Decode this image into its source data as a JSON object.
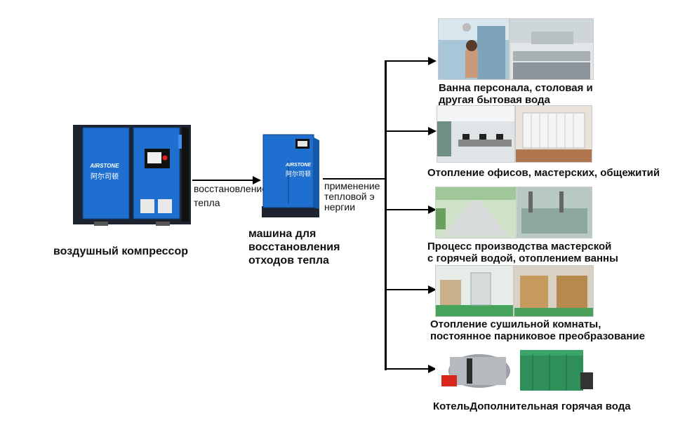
{
  "compressor": {
    "label": "воздушный компрессор",
    "brand": "AIRSTONE",
    "brand_cn": "阿尔司顿"
  },
  "recovery_machine": {
    "label_lines": [
      "машина для",
      "восстановления",
      "отходов тепла"
    ],
    "brand": "AIRSTONE",
    "brand_cn": "阿尔司顿"
  },
  "arrow1_label_lines": [
    "восстановление",
    "тепла"
  ],
  "arrow2_label_lines": [
    "применение",
    "тепловой э",
    "нергии"
  ],
  "applications": [
    {
      "label_lines": [
        "Ванна персонала, столовая и",
        "другая бытовая вода"
      ]
    },
    {
      "label_lines": [
        "Отопление офисов, мастерских, общежитий"
      ]
    },
    {
      "label_lines": [
        "Процесс производства мастерской",
        "с горячей водой, отоплением ванны"
      ]
    },
    {
      "label_lines": [
        "Отопление сушильной комнаты,",
        "постоянное парниковое преобразование"
      ]
    },
    {
      "label_lines": [
        "КотельДополнительная горячая вода"
      ]
    }
  ],
  "colors": {
    "machine_blue": "#1f6fd1",
    "machine_dark": "#1d2430",
    "arrow": "#000000"
  }
}
